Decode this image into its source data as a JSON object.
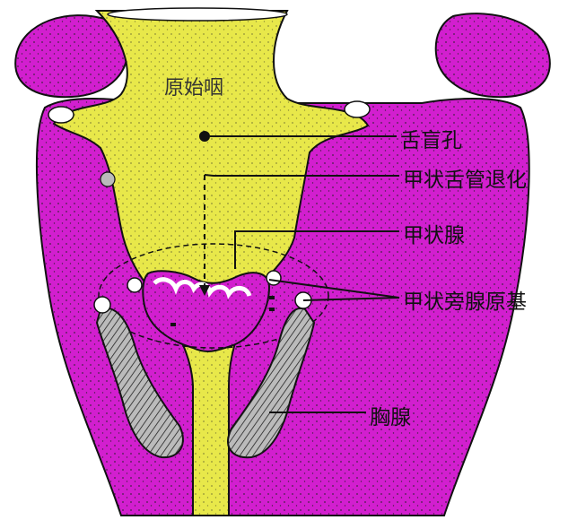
{
  "labels": {
    "primitive_pharynx": "原始咽",
    "foramen_cecum": "舌盲孔",
    "thyroglossal_regression": "甲状舌管退化",
    "thyroid_gland": "甲状腺",
    "parathyroid_primordia": "甲状旁腺原基",
    "thymus": "胸腺"
  },
  "colors": {
    "magenta": "#d21fcf",
    "yellow": "#e8e84a",
    "thymus_fill": "#bbbbbb",
    "line": "#111111"
  }
}
